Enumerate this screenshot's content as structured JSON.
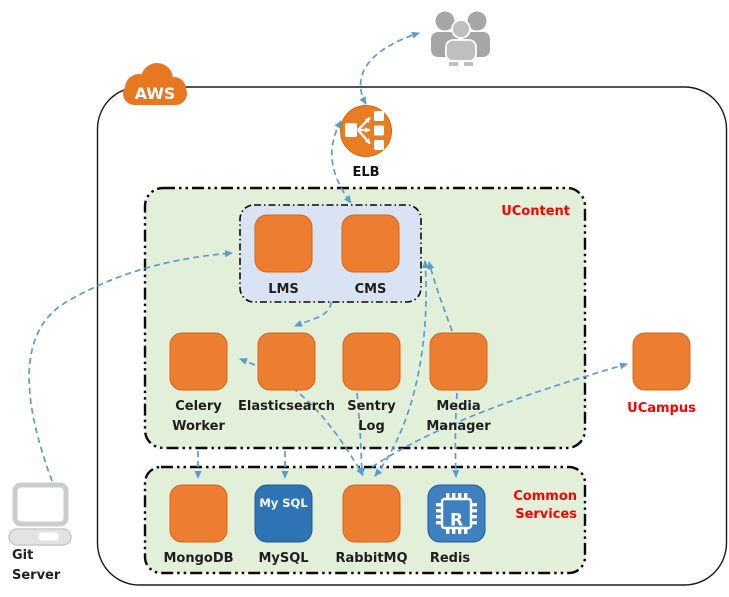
{
  "diagram_type": "aws-architecture-diagram",
  "colors": {
    "node_orange": "#ED7D31",
    "group_green": "#E2EFD9",
    "panel_blue": "#DAE3F3",
    "mysql_blue": "#2E74B5",
    "redis_blue": "#3E80C0",
    "arrow_blue": "#5B9BD5",
    "label_red": "#FF0000",
    "elb_orange": "#E87D22",
    "cloud_orange": "#E87722",
    "users_gray": "#A6A6A6"
  },
  "aws": {
    "cloud_label": "AWS"
  },
  "elb": {
    "label": "ELB"
  },
  "groups": {
    "ucontent": {
      "label": "UContent"
    },
    "common_services": {
      "label_line1": "Common",
      "label_line2": "Services"
    }
  },
  "nodes": {
    "lms": {
      "label": "LMS"
    },
    "cms": {
      "label": "CMS"
    },
    "celery": {
      "label_line1": "Celery",
      "label_line2": "Worker"
    },
    "elasticsearch": {
      "label": "Elasticsearch"
    },
    "sentry": {
      "label_line1": "Sentry",
      "label_line2": "Log"
    },
    "media_manager": {
      "label_line1": "Media",
      "label_line2": "Manager"
    },
    "ucampus": {
      "label": "UCampus"
    },
    "mongodb": {
      "label": "MongoDB"
    },
    "mysql": {
      "label": "MySQL",
      "icon_text": "My SQL"
    },
    "rabbitmq": {
      "label": "RabbitMQ"
    },
    "redis": {
      "label": "Redis",
      "icon_letter": "R"
    },
    "git_server": {
      "label_line1": "Git",
      "label_line2": "Server"
    }
  },
  "edges": [
    {
      "from": "Users",
      "to": "ELB",
      "bidirectional": true
    },
    {
      "from": "ELB",
      "to": "LMS/CMS",
      "bidirectional": true
    },
    {
      "from": "Git Server",
      "to": "LMS/CMS",
      "bidirectional": false
    },
    {
      "from": "LMS/CMS",
      "to": "Elasticsearch",
      "bidirectional": false
    },
    {
      "from": "RabbitMQ",
      "to": "Celery Worker",
      "bidirectional": true
    },
    {
      "from": "Sentry Log",
      "to": "RabbitMQ",
      "bidirectional": false
    },
    {
      "from": "CMS",
      "to": "RabbitMQ",
      "bidirectional": true
    },
    {
      "from": "Media Manager",
      "to": "CMS",
      "bidirectional": false
    },
    {
      "from": "Media Manager",
      "to": "Redis",
      "bidirectional": false
    },
    {
      "from": "Celery Worker",
      "to": "MongoDB",
      "bidirectional": false
    },
    {
      "from": "Elasticsearch",
      "to": "MySQL",
      "bidirectional": false
    },
    {
      "from": "RabbitMQ",
      "to": "UCampus",
      "bidirectional": false
    }
  ]
}
